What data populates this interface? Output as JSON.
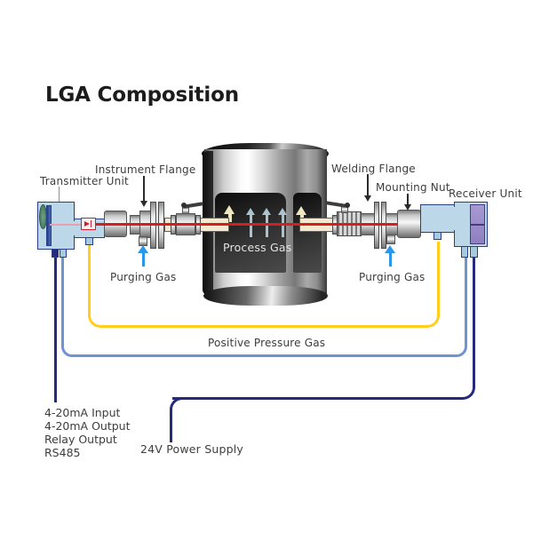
{
  "title": "LGA Composition",
  "diagram": {
    "labels": {
      "transmitter_unit": "Transmitter Unit",
      "instrument_flange": "Instrument Flange",
      "process_gas": "Process Gas",
      "welding_flange": "Welding Flange",
      "mounting_nut": "Mounting Nut",
      "receiver_unit": "Receiver Unit",
      "purging_gas_left": "Purging Gas",
      "purging_gas_right": "Purging Gas",
      "positive_pressure_gas": "Positive Pressure Gas",
      "power_supply": "24V Power Supply"
    },
    "io_lines": [
      "4-20mA Input",
      "4-20mA Output",
      "Relay Output",
      "RS485"
    ],
    "colors": {
      "laser_beam": "#d41f1f",
      "purge_arrow": "#2996ea",
      "positive_pressure_wire": "#ffce1f",
      "interconnect_wire": "#6f93cf",
      "power_signal_wire": "#252a7e",
      "unit_body": "#bcd7e8",
      "receiver_panel": "#9a8bc8"
    }
  }
}
